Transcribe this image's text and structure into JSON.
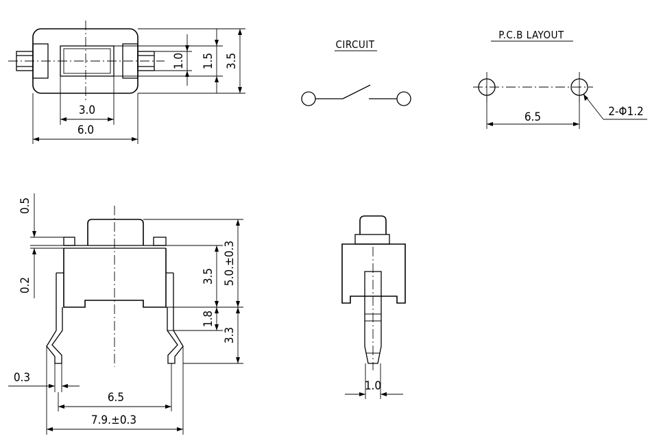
{
  "views": {
    "top": {
      "dim_button_height": "1.0",
      "dim_slot_height": "1.5",
      "dim_body_height": "3.5",
      "dim_button_width": "3.0",
      "dim_body_width": "6.0"
    },
    "circuit": {
      "title": "CIRCUIT"
    },
    "pcb": {
      "title": "P.C.B LAYOUT",
      "dim_pitch": "6.5",
      "dim_hole": "2-Φ1.2"
    },
    "front": {
      "dim_frame_top": "0.5",
      "dim_frame": "0.2",
      "dim_body_height": "3.5",
      "dim_total_height": "5.0.±0.3",
      "dim_inner": "1.8",
      "dim_leg_height": "3.3",
      "dim_lead_thickness": "0.3",
      "dim_lead_pitch": "6.5",
      "dim_overall_width": "7.9.±0.3"
    },
    "side": {
      "dim_lead_width": "1.0"
    }
  }
}
